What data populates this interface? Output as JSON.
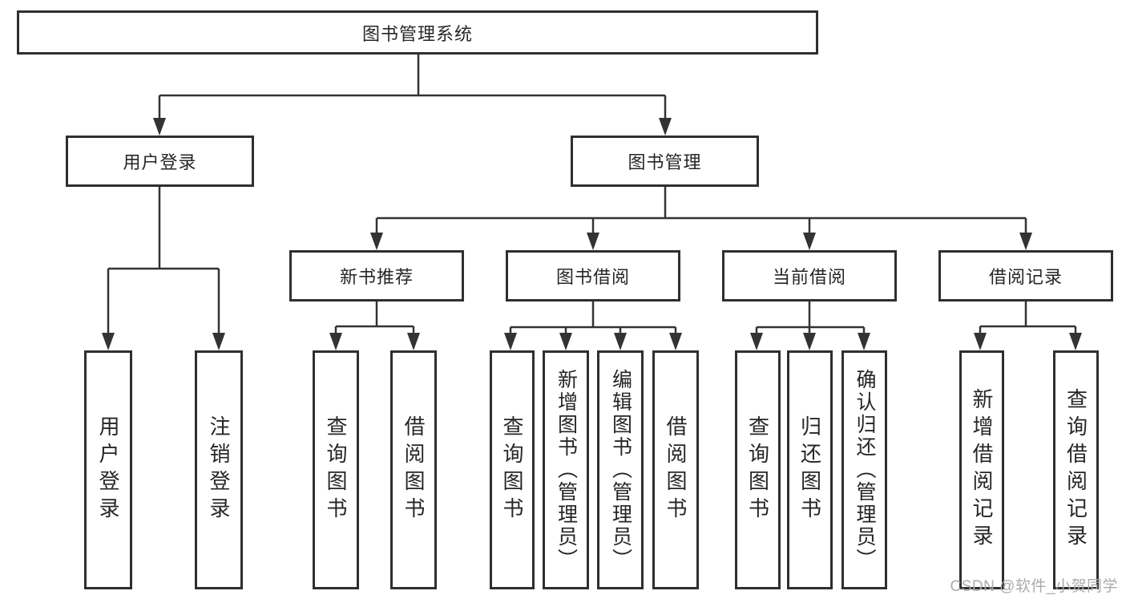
{
  "diagram_type": "hierarchy-tree",
  "colors": {
    "line": "#333333",
    "box_border": "#2f2f2f",
    "text": "#262626",
    "watermark": "#ababab",
    "background": "#ffffff"
  },
  "tree": {
    "root": {
      "label": "图书管理系统",
      "children": [
        {
          "label": "用户登录",
          "children": [
            {
              "label": "用户登录"
            },
            {
              "label": "注销登录"
            }
          ]
        },
        {
          "label": "图书管理",
          "children": [
            {
              "label": "新书推荐",
              "children": [
                {
                  "label": "查询图书"
                },
                {
                  "label": "借阅图书"
                }
              ]
            },
            {
              "label": "图书借阅",
              "children": [
                {
                  "label": "查询图书"
                },
                {
                  "label": "新增图书（管理员）"
                },
                {
                  "label": "编辑图书（管理员）"
                },
                {
                  "label": "借阅图书"
                }
              ]
            },
            {
              "label": "当前借阅",
              "children": [
                {
                  "label": "查询图书"
                },
                {
                  "label": "归还图书"
                },
                {
                  "label": "确认归还（管理员）"
                }
              ]
            },
            {
              "label": "借阅记录",
              "children": [
                {
                  "label": "新增借阅记录"
                },
                {
                  "label": "查询借阅记录"
                }
              ]
            }
          ]
        }
      ]
    }
  },
  "watermark": {
    "text": "CSDN @软件_小贺同学"
  }
}
